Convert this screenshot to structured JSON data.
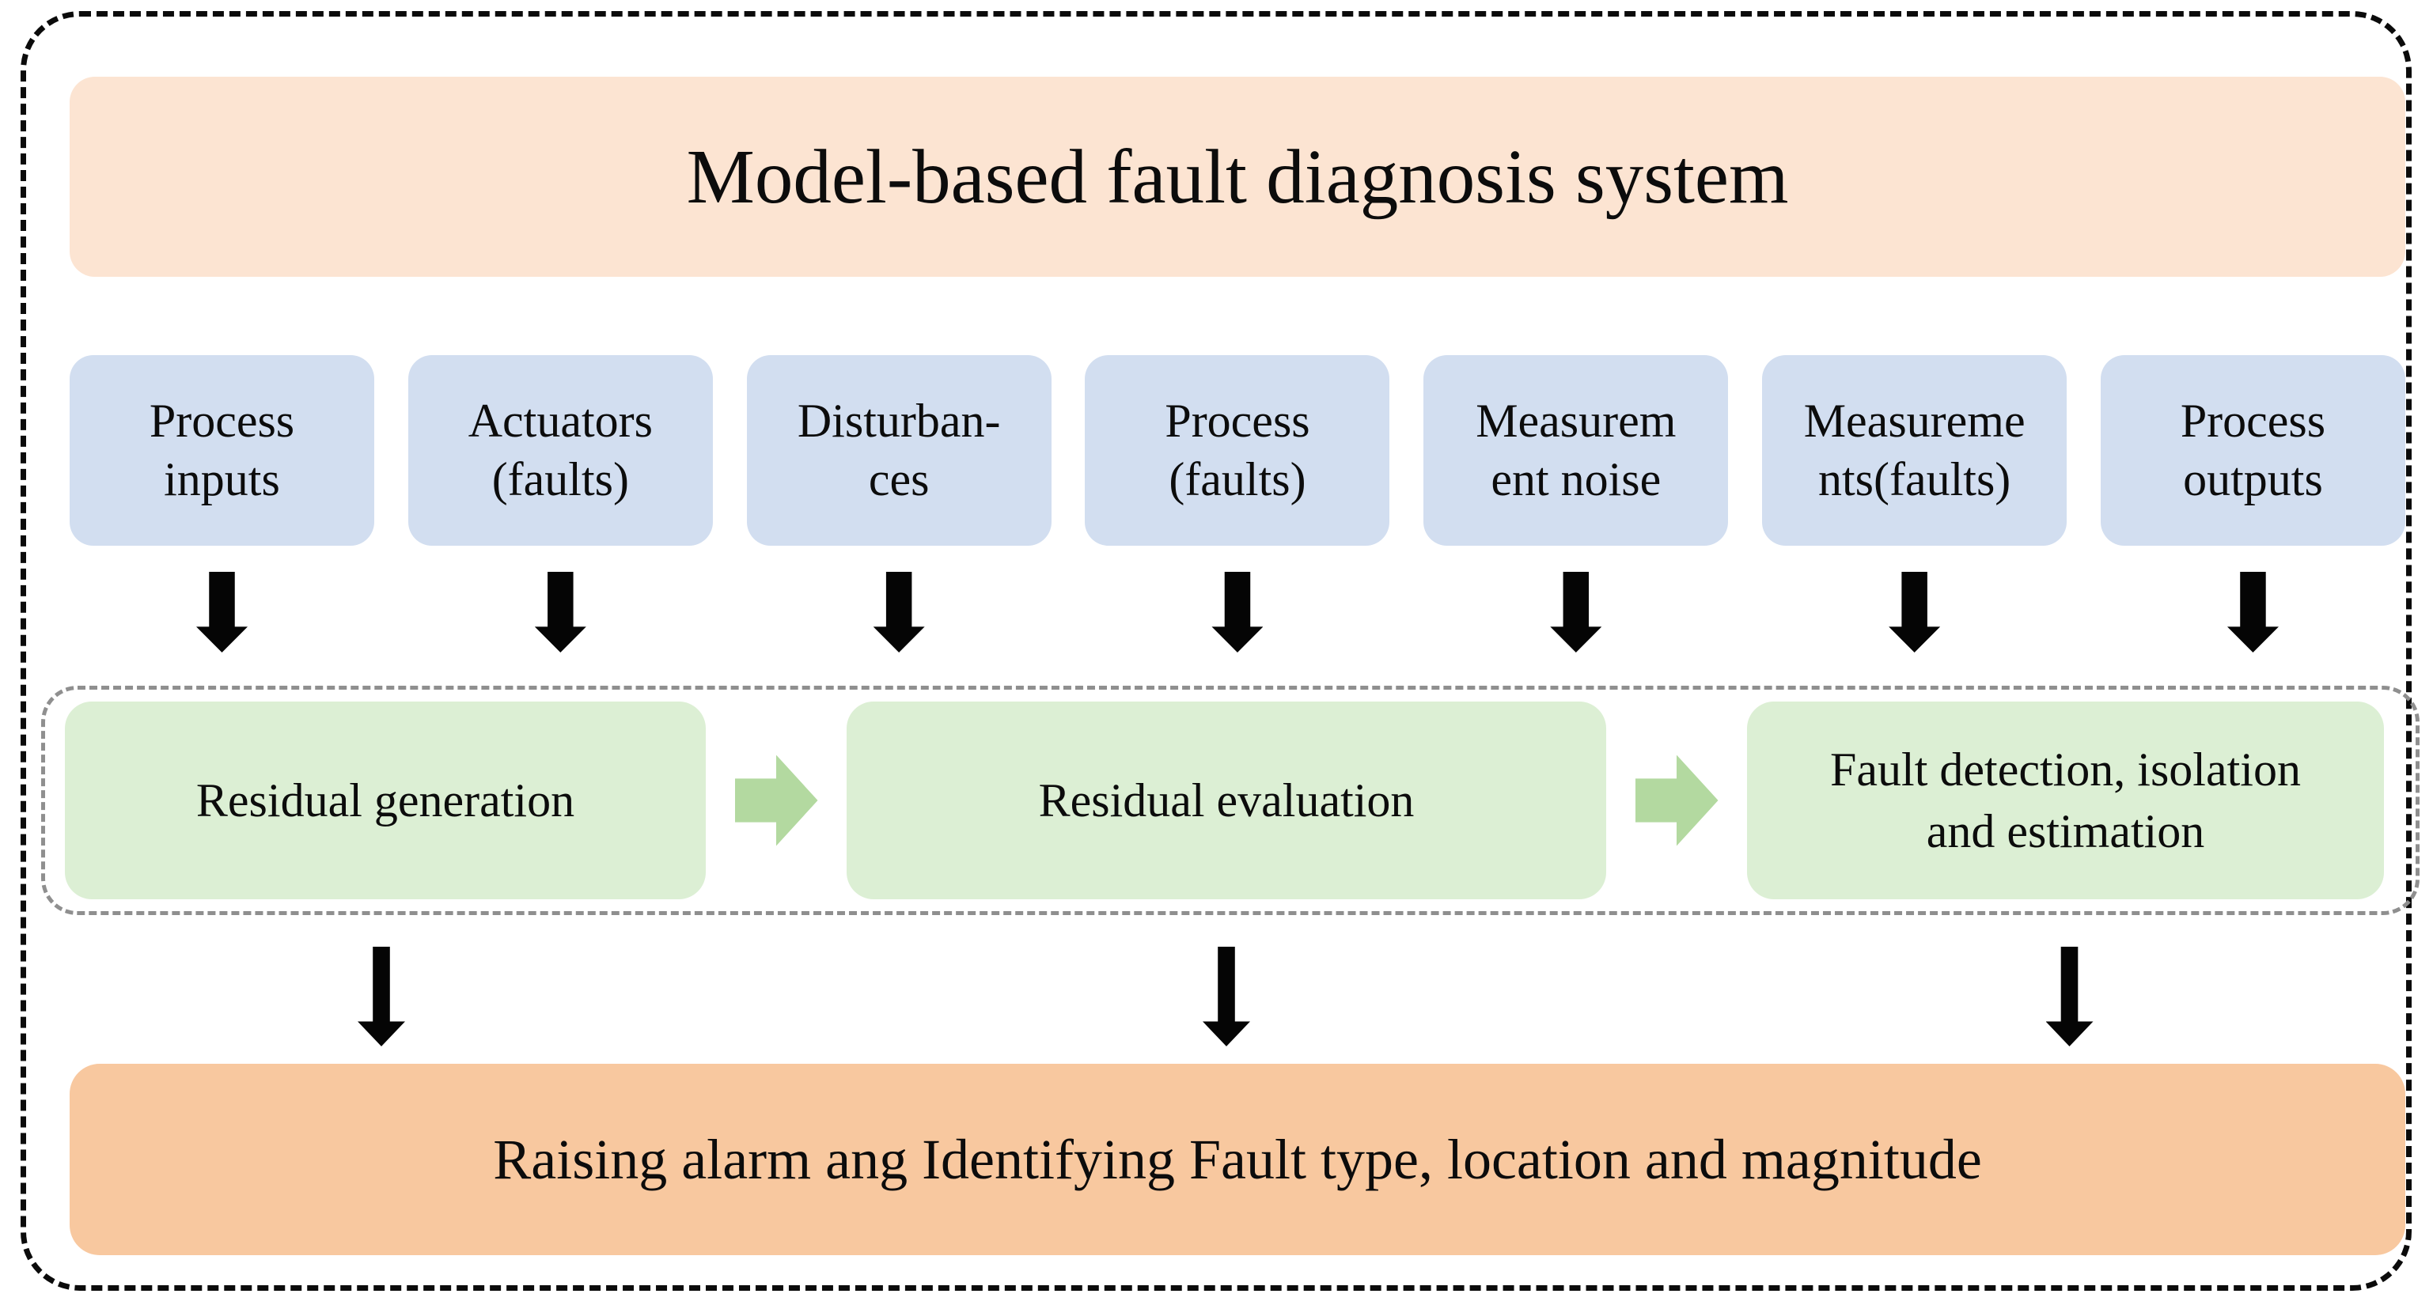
{
  "title": "Model-based fault diagnosis system",
  "inputs": [
    {
      "line1": "Process",
      "line2": "inputs"
    },
    {
      "line1": "Actuators",
      "line2": "(faults)"
    },
    {
      "line1": "Disturban-",
      "line2": "ces"
    },
    {
      "line1": "Process",
      "line2": "(faults)"
    },
    {
      "line1": "Measurem",
      "line2": "ent noise"
    },
    {
      "line1": "Measureme",
      "line2": "nts(faults)"
    },
    {
      "line1": "Process",
      "line2": "outputs"
    }
  ],
  "stages": [
    {
      "label": "Residual generation"
    },
    {
      "label": "Residual evaluation"
    },
    {
      "line1": "Fault detection, isolation",
      "line2": "and estimation"
    }
  ],
  "output": "Raising alarm ang Identifying Fault type, location and magnitude",
  "colors": {
    "title_bg": "#fce4d2",
    "input_bg": "#d2def0",
    "stage_bg": "#dcefd4",
    "stage_arrow_green": "#b3d9a0",
    "output_bg": "#f8c89f",
    "flow_arrow_black": "#050505",
    "stage_border_gray": "#8f8f8f",
    "outer_border_black": "#0b0b0b"
  }
}
